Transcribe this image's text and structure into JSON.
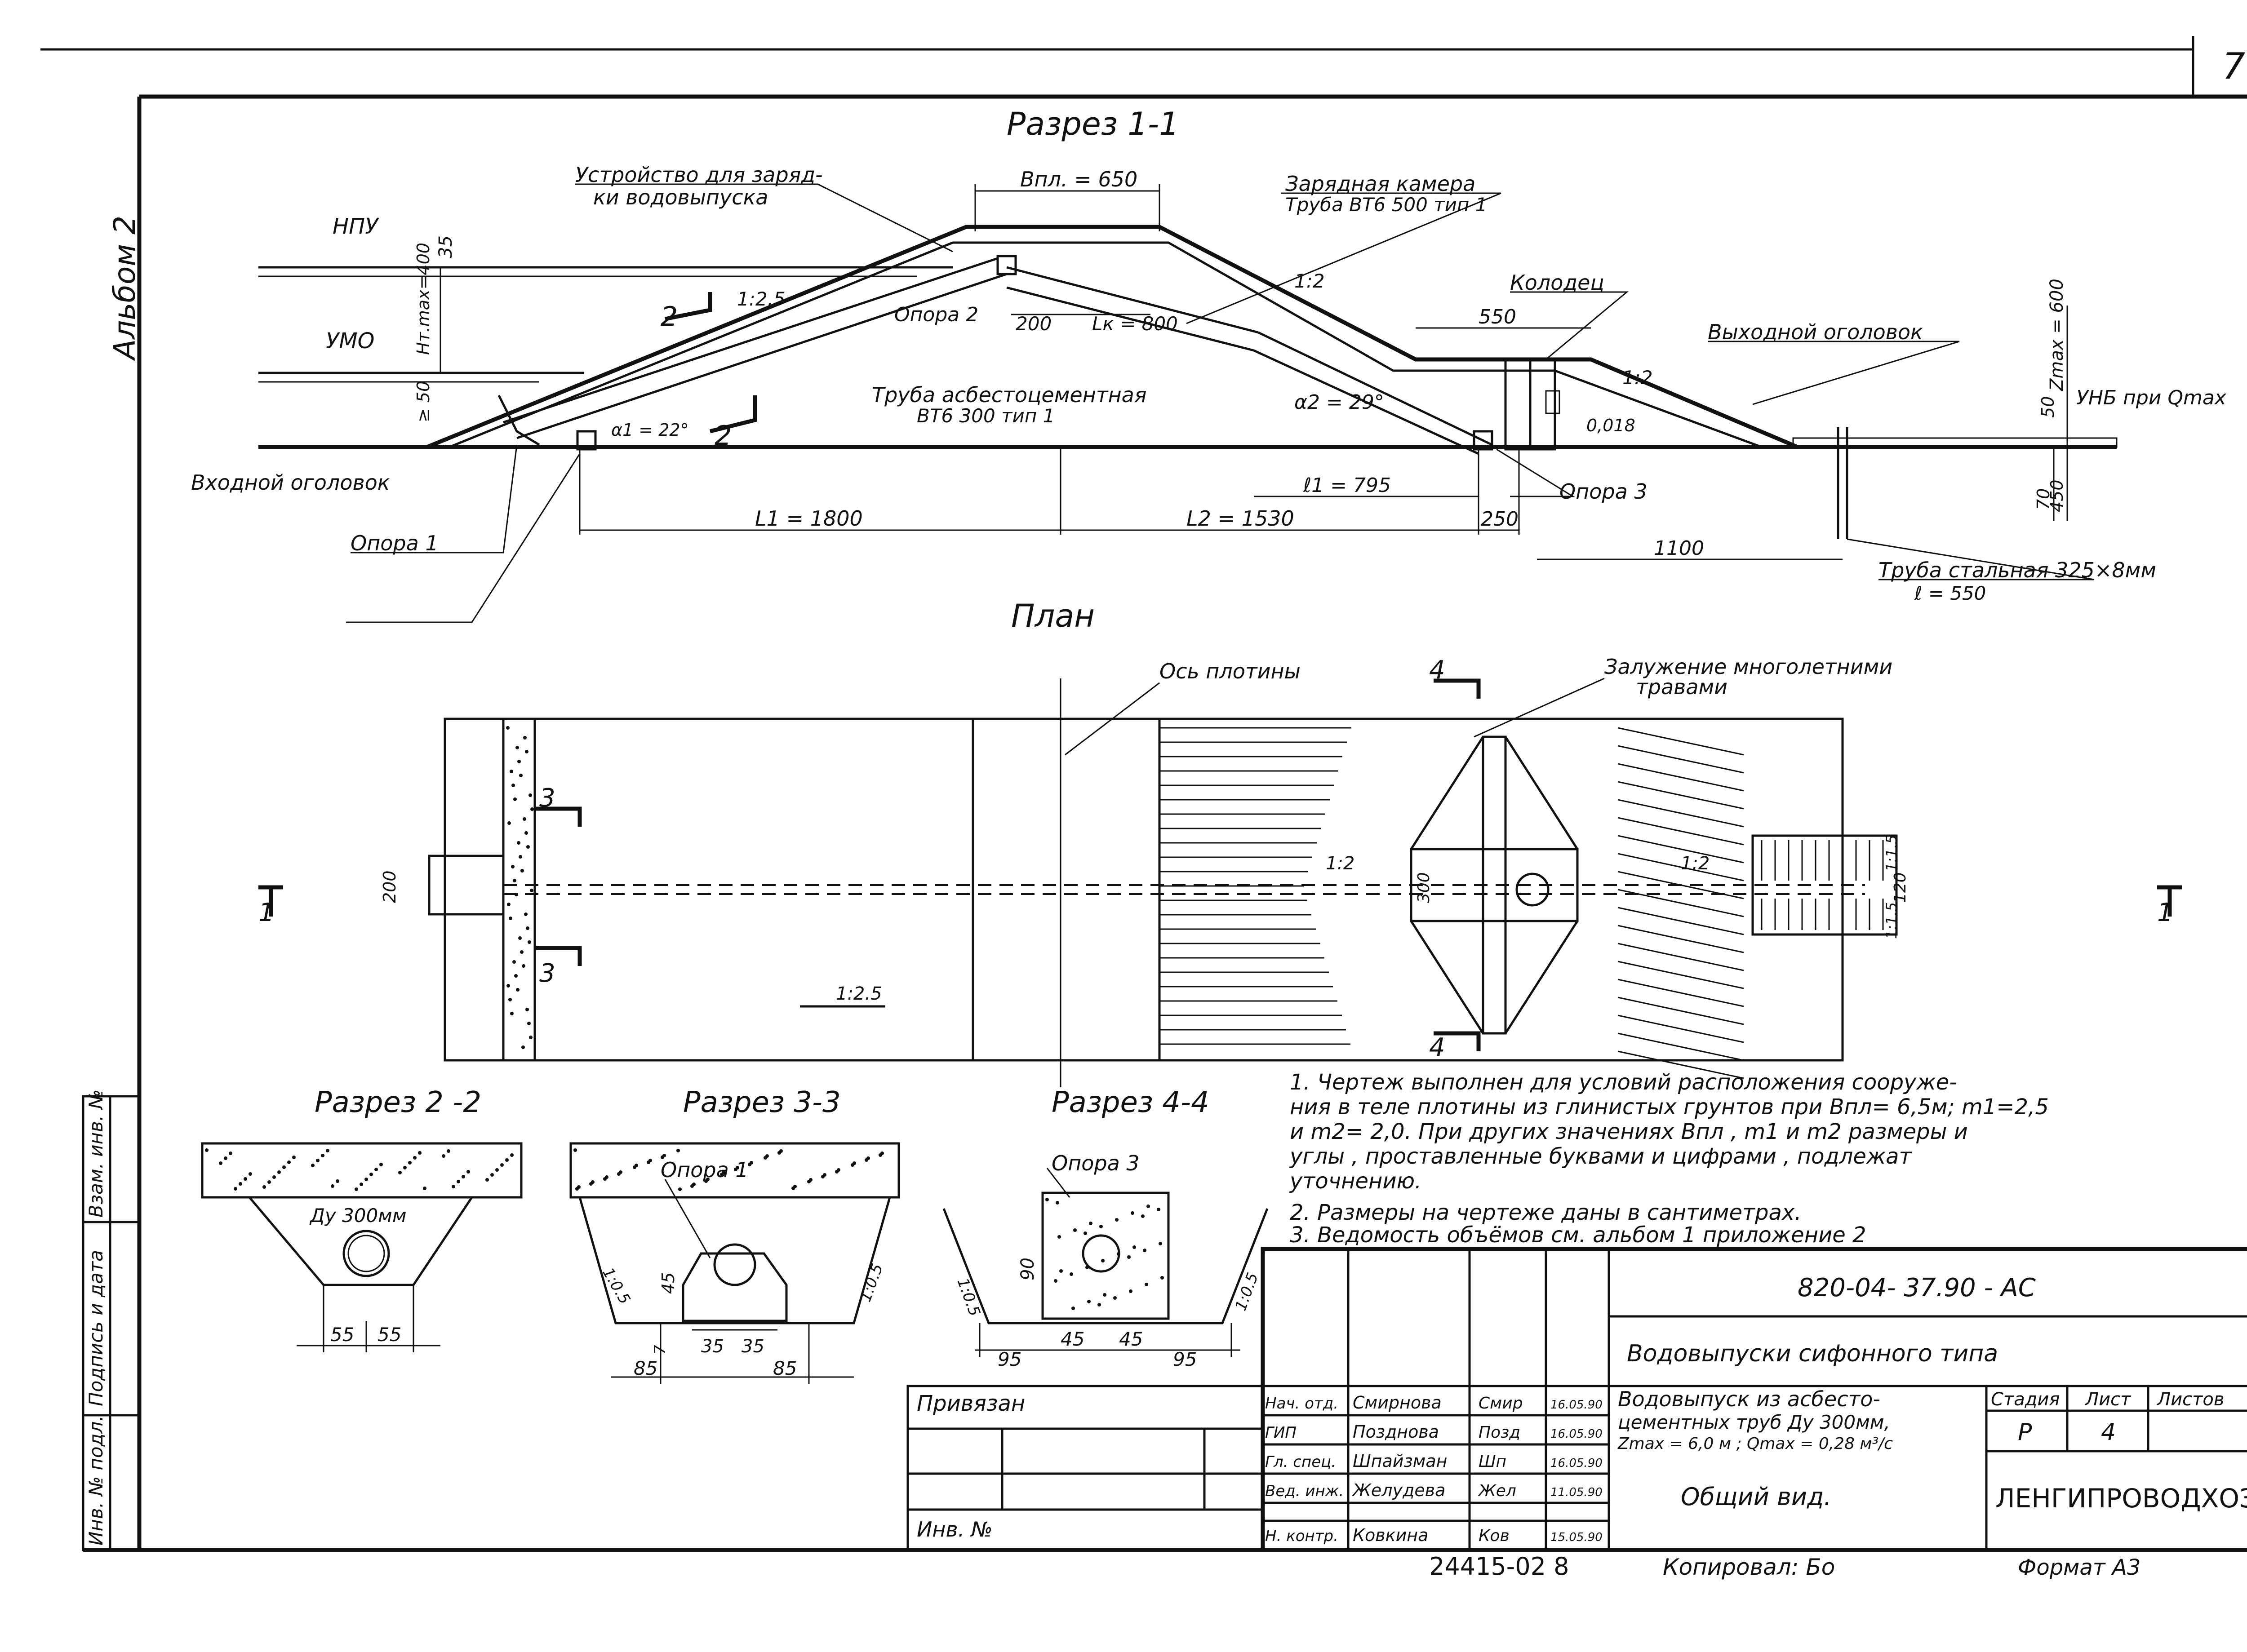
{
  "sheet": {
    "page_number": "7",
    "album_label": "Альбом 2"
  },
  "section_1_1": {
    "title": "Разрез 1-1",
    "labels": {
      "npu": "НПУ",
      "umo": "УМО",
      "h35": "35",
      "h50": "≥ 50",
      "htmax": "Hт.max=400",
      "charging_device_1": "Устройство для заряд-",
      "charging_device_2": "ки водовыпуска",
      "bpl": "Bпл. = 650",
      "charging_chamber_1": "Зарядная камера",
      "charging_chamber_2": "Труба ВТ6  500 тип 1",
      "slope_left": "1:2.5",
      "slope_right": "1:2",
      "slope_outlet": "1:2",
      "support2": "Опора 2",
      "d200": "200",
      "lk": "Lк = 800",
      "well": "Колодец",
      "d550": "550",
      "outlet_head": "Выходной оголовок",
      "zmax": "Zmax = 600",
      "h50b": "50",
      "unb": "УНБ при Qmax",
      "pipe_asb_1": "Труба асбестоцементная",
      "pipe_asb_2": "ВТ6   300  тип 1",
      "alpha2": "α2 = 29°",
      "alpha1": "α1 = 22°",
      "ratio": "0,018",
      "inlet_head": "Входной оголовок",
      "support3": "Опора 3",
      "l_795": "ℓ1 = 795",
      "h450": "450",
      "h70": "70",
      "support1": "Опора 1",
      "L1": "L1 = 1800",
      "L2": "L2 = 1530",
      "d250": "250",
      "d1100": "1100",
      "steel_pipe_1": "Труба стальная 325×8мм",
      "steel_pipe_2": "ℓ = 550",
      "cut2": "2"
    }
  },
  "plan": {
    "title": "План",
    "dam_axis": "Ось плотины",
    "grass_1": "Залужение многолетними",
    "grass_2": "травами",
    "cut4": "4",
    "cut3": "3",
    "cut1": "1",
    "w200": "200",
    "slope_a": "1:2",
    "slope_b": "1:2",
    "slope_c": "1:2.5",
    "w300": "300",
    "w120": "120",
    "s15a": "1:1.5",
    "s15b": "1:1.5"
  },
  "section_2_2": {
    "title": "Разрез 2 -2",
    "pipe": "Ду 300мм",
    "d55a": "55",
    "d55b": "55"
  },
  "section_3_3": {
    "title": "Разрез 3-3",
    "support": "Опора 1",
    "h45": "45",
    "h7": "7",
    "s05a": "1:0.5",
    "s05b": "1:0.5",
    "d35a": "35",
    "d35b": "35",
    "d85a": "85",
    "d85b": "85"
  },
  "section_4_4": {
    "title": "Разрез 4-4",
    "support": "Опора 3",
    "h90": "90",
    "s05a": "1:0.5",
    "s05b": "1:0.5",
    "d95a": "95",
    "d45a": "45",
    "d45b": "45",
    "d95b": "95"
  },
  "notes": [
    "1. Чертеж выполнен для условий расположения сооруже-",
    "ния в теле плотины из глинистых грунтов при Bпл= 6,5м; m1=2,5",
    "и m2= 2,0.  При других значениях Bпл , m1 и m2 размеры  и",
    "углы , проставленные буквами и цифрами , подлежат",
    "уточнению.",
    "2. Размеры на чертеже даны в сантиметрах.",
    "3. Ведомость  объёмов  см.  альбом 1  приложение 2"
  ],
  "side_stamp": [
    "Взам. инв. №",
    "Подпись и дата",
    "Инв. № подл."
  ],
  "title_block": {
    "doc_code": "820-04-  37.90 - АС",
    "series_title": "Водовыпуски сифонного  типа",
    "privyazan": "Привязан",
    "inv_no": "Инв. №",
    "people": [
      {
        "role": "Нач. отд.",
        "name": "Смирнова",
        "sign": "Смир",
        "date": "16.05.90"
      },
      {
        "role": "ГИП",
        "name": "Позднова",
        "sign": "Позд",
        "date": "16.05.90"
      },
      {
        "role": "Гл. спец.",
        "name": "Шпайзман",
        "sign": "Шп",
        "date": "16.05.90"
      },
      {
        "role": "Вед. инж.",
        "name": "Желудева",
        "sign": "Жел",
        "date": "11.05.90"
      },
      {
        "role": "Н. контр.",
        "name": "Ковкина",
        "sign": "Ков",
        "date": "15.05.90"
      }
    ],
    "descr_1": "Водовыпуск из асбесто-",
    "descr_2": "цементных труб Ду 300мм,",
    "descr_3": "Zmax = 6,0 м ; Qmax = 0,28 м³/с",
    "stage_h": "Стадия",
    "sheet_h": "Лист",
    "sheets_h": "Листов",
    "stage": "Р",
    "sheet": "4",
    "sheets": "",
    "view": "Общий   вид.",
    "org": "ЛЕНГИПРОВОДХОЗ",
    "archive_no": "24415-02  8",
    "copied": "Копировал: Бо",
    "format": "Формат  А3"
  }
}
